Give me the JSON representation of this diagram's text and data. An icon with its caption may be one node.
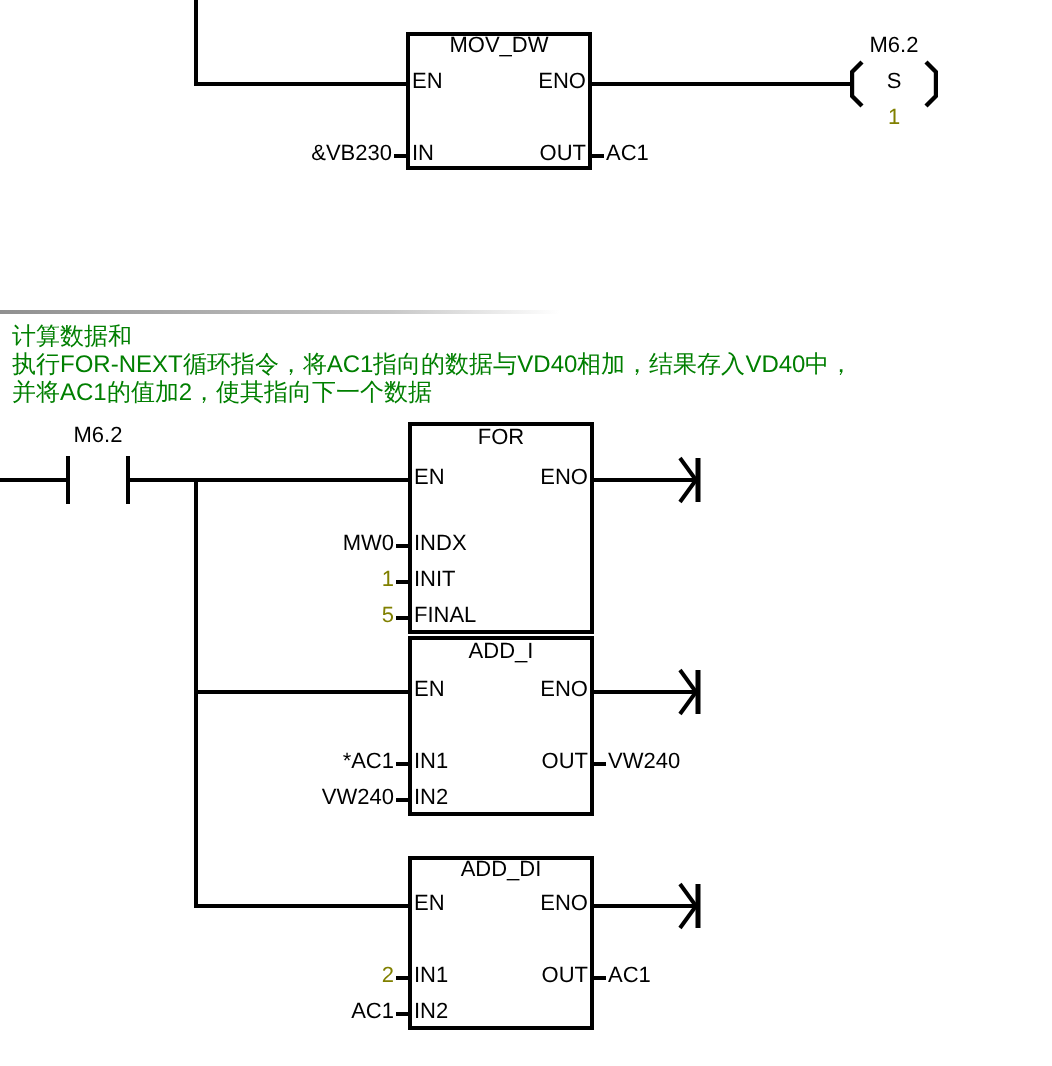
{
  "diagram": {
    "nodes": [
      {
        "text": [
          "MOV_DW",
          "EN",
          "ENO",
          "IN",
          "OUT"
        ],
        "beside": [
          "&VB230",
          "AC1"
        ]
      },
      {
        "text": [
          "M6.2",
          "S",
          "1"
        ]
      },
      {
        "text": [
          "M6.2"
        ]
      },
      {
        "text": [
          "FOR",
          "EN",
          "ENO",
          "INDX",
          "INIT",
          "FINAL"
        ],
        "beside": [
          "MW0",
          "1",
          "5"
        ]
      },
      {
        "text": [
          "ADD_I",
          "EN",
          "ENO",
          "IN1",
          "OUT",
          "IN2"
        ],
        "beside": [
          "*AC1",
          "VW240",
          "VW240"
        ]
      },
      {
        "text": [
          "ADD_DI",
          "EN",
          "ENO",
          "IN1",
          "OUT",
          "IN2"
        ],
        "beside": [
          "2",
          "AC1",
          "AC1"
        ]
      }
    ],
    "edges": [
      {
        "from": null,
        "to": 0,
        "arrow": "none"
      },
      {
        "from": 0,
        "to": 1,
        "arrow": "none"
      },
      {
        "from": null,
        "to": 2,
        "arrow": "none"
      },
      {
        "from": 2,
        "to": 3,
        "arrow": "none"
      },
      {
        "from": 2,
        "to": 4,
        "arrow": "none"
      },
      {
        "from": 2,
        "to": 5,
        "arrow": "none"
      },
      {
        "from": 3,
        "to": null,
        "arrow": "to"
      },
      {
        "from": 4,
        "to": null,
        "arrow": "to"
      },
      {
        "from": 5,
        "to": null,
        "arrow": "to"
      }
    ],
    "labels": [
      "计算数据和",
      "执行FOR-NEXT循环指令，将AC1指向的数据与VD40相加，结果存入VD40中，",
      "并将AC1的值加2，使其指向下一个数据"
    ]
  }
}
